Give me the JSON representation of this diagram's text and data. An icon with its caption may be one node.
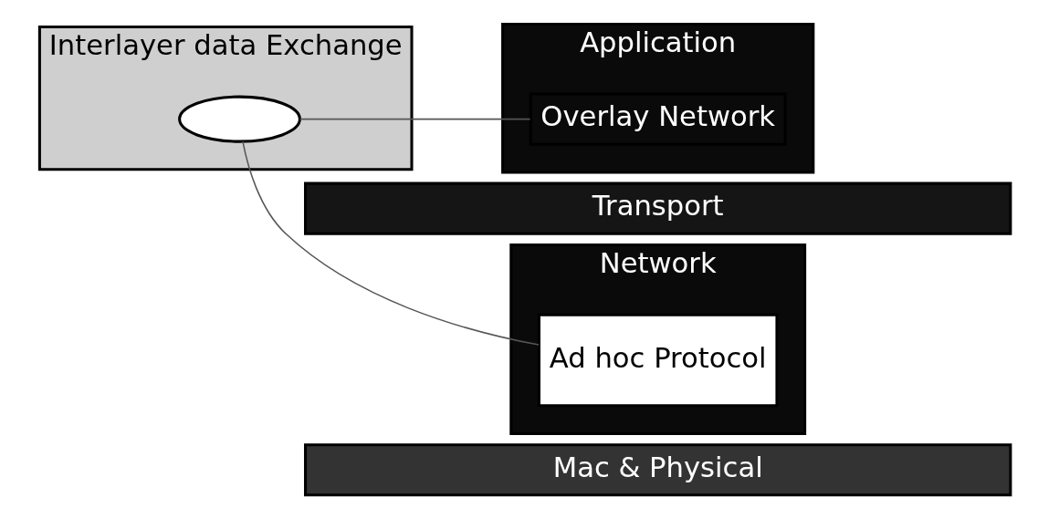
{
  "diagram": {
    "nodes": [
      {
        "text": [
          "Interlayer data Exchange"
        ]
      },
      {
        "text": [],
        "shape": "ellipse",
        "in": 0
      },
      {
        "text": [
          "Application"
        ]
      },
      {
        "text": [
          "Overlay Network"
        ],
        "in": 2
      },
      {
        "text": [
          "Transport"
        ]
      },
      {
        "text": [
          "Network"
        ]
      },
      {
        "text": [
          "Ad hoc Protocol"
        ],
        "in": 5
      },
      {
        "text": [
          "Mac & Physical"
        ]
      }
    ],
    "edges": [
      {
        "from": 1,
        "to": 3,
        "arrow": "none"
      },
      {
        "from": 1,
        "to": 6,
        "arrow": "none"
      }
    ]
  }
}
